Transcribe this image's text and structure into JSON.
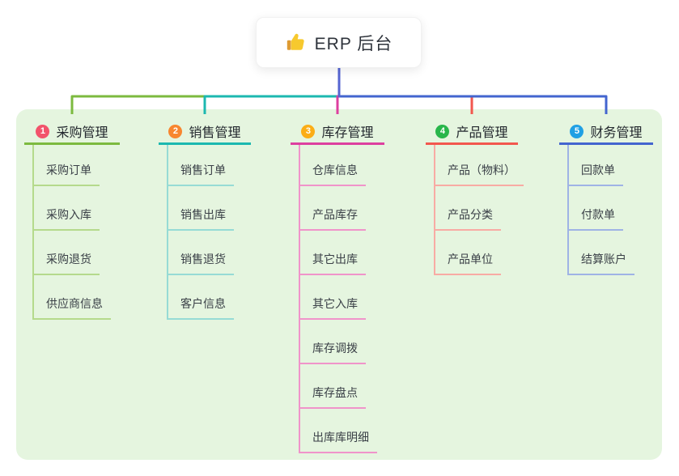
{
  "root": {
    "title": "ERP 后台",
    "icon": "thumbs-up-icon",
    "line_color": "#5565D2"
  },
  "panel": {
    "background": "#E5F5DF"
  },
  "branches": [
    {
      "number": "1",
      "title": "采购管理",
      "badge_color": "#F2536B",
      "line_color": "#7CBA3F",
      "child_line_color": "#B5DA8C",
      "children": [
        "采购订单",
        "采购入库",
        "采购退货",
        "供应商信息"
      ]
    },
    {
      "number": "2",
      "title": "销售管理",
      "badge_color": "#F8862F",
      "line_color": "#1CB8B0",
      "child_line_color": "#96DBD5",
      "children": [
        "销售订单",
        "销售出库",
        "销售退货",
        "客户信息"
      ]
    },
    {
      "number": "3",
      "title": "库存管理",
      "badge_color": "#FBAD16",
      "line_color": "#DD3F9F",
      "child_line_color": "#F094CA",
      "children": [
        "仓库信息",
        "产品库存",
        "其它出库",
        "其它入库",
        "库存调拨",
        "库存盘点",
        "出库库明细"
      ]
    },
    {
      "number": "4",
      "title": "产品管理",
      "badge_color": "#29B64B",
      "line_color": "#F2574E",
      "child_line_color": "#F8ABA4",
      "children": [
        "产品（物料）",
        "产品分类",
        "产品单位"
      ]
    },
    {
      "number": "5",
      "title": "财务管理",
      "badge_color": "#20A0E4",
      "line_color": "#4365CF",
      "child_line_color": "#9FB3E5",
      "children": [
        "回款单",
        "付款单",
        "结算账户"
      ]
    }
  ]
}
